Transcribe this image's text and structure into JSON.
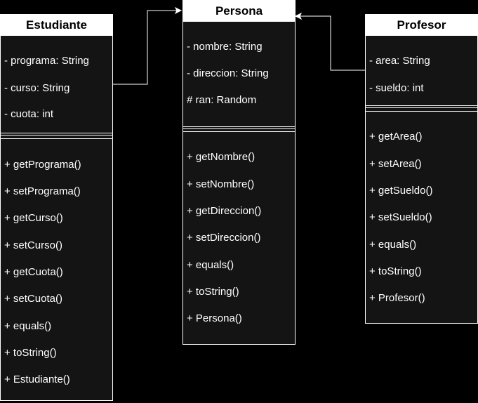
{
  "classes": {
    "persona": {
      "name": "Persona",
      "attributes": [
        "- nombre: String",
        "- direccion: String",
        "# ran: Random"
      ],
      "methods": [
        "+ getNombre()",
        "+ setNombre()",
        "+ getDireccion()",
        "+ setDireccion()",
        "+ equals()",
        "+ toString()",
        "+ Persona()"
      ]
    },
    "estudiante": {
      "name": "Estudiante",
      "attributes": [
        "- programa: String",
        "- curso: String",
        "- cuota: int"
      ],
      "methods": [
        "+ getPrograma()",
        "+ setPrograma()",
        "+ getCurso()",
        "+ setCurso()",
        "+ getCuota()",
        "+ setCuota()",
        "+ equals()",
        "+ toString()",
        "+ Estudiante()"
      ]
    },
    "profesor": {
      "name": "Profesor",
      "attributes": [
        "- area: String",
        "- sueldo: int"
      ],
      "methods": [
        "+ getArea()",
        "+ setArea()",
        "+ getSueldo()",
        "+ setSueldo()",
        "+ equals()",
        "+ toString()",
        "+ Profesor()"
      ]
    }
  },
  "relations": [
    {
      "from": "Estudiante",
      "to": "Persona",
      "type": "inheritance"
    },
    {
      "from": "Profesor",
      "to": "Persona",
      "type": "inheritance"
    }
  ]
}
